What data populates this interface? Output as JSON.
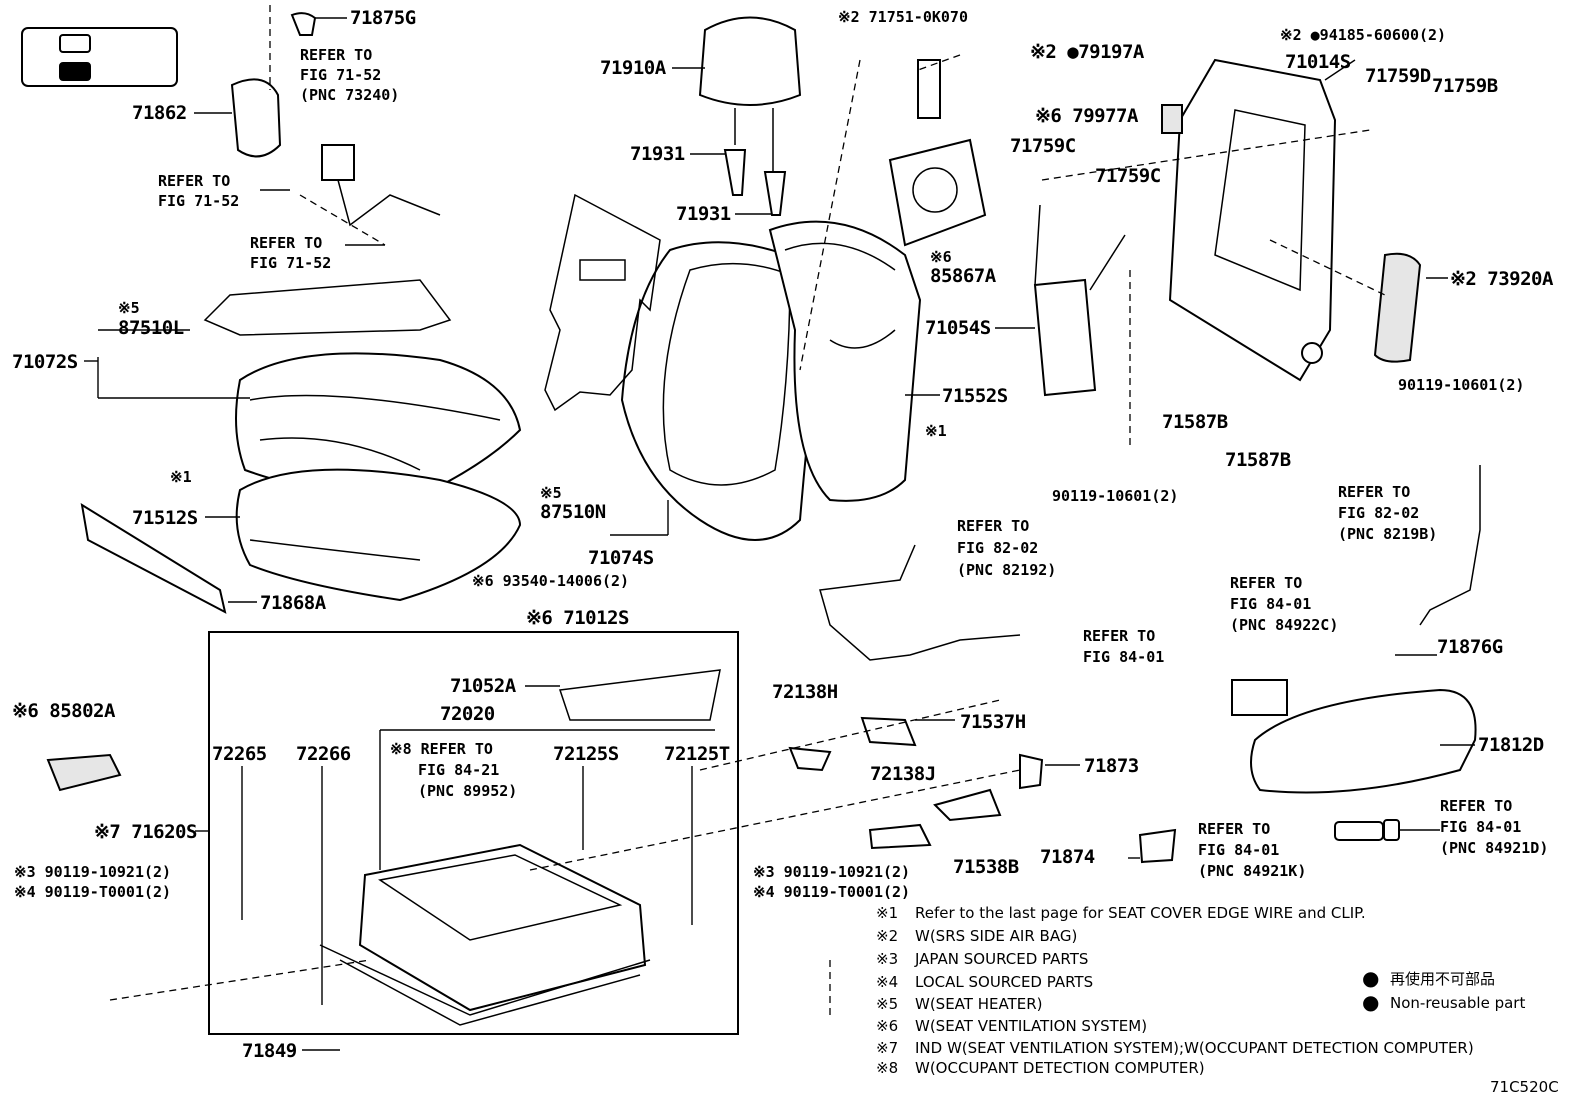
{
  "legend_box_icons": [
    "white-box-icon",
    "black-box-icon"
  ],
  "labels": {
    "p71875G": "71875G",
    "refer_fig7152_pnc": [
      "REFER TO",
      "FIG 71-52",
      "(PNC 73240)"
    ],
    "p71862": "71862",
    "refer_fig7152_a": [
      "REFER TO",
      "FIG 71-52"
    ],
    "refer_fig7152_b": [
      "REFER TO",
      "FIG 71-52"
    ],
    "p87510L_note": "※5",
    "p87510L": "87510L",
    "p71072S": "71072S",
    "note1_left": "※1",
    "p71512S": "71512S",
    "p71868A": "71868A",
    "p71910A": "71910A",
    "p71931_a": "71931",
    "p71931_b": "71931",
    "p87510N_note": "※5",
    "p87510N": "87510N",
    "p71074S": "71074S",
    "p93540": "※6 93540-14006(2)",
    "p71012S": "※6 71012S",
    "p71751": "※2 71751-0K070",
    "p79197A": "※2 ●79197A",
    "p85867A_note": "※6",
    "p85867A": "85867A",
    "p71552S": "71552S",
    "note1_right": "※1",
    "p79977A": "※6 79977A",
    "p71759C_a": "71759C",
    "p71759C_b": "71759C",
    "p71054S": "71054S",
    "p90119_mid": "90119-10601(2)",
    "p94185": "※2 ●94185-60600(2)",
    "p71014S": "71014S",
    "p71759D": "71759D",
    "p71759B": "71759B",
    "p73920A": "※2 73920A",
    "p90119_right": "90119-10601(2)",
    "p71587B_a": "71587B",
    "p71587B_b": "71587B",
    "refer_fig8202_a": [
      "REFER TO",
      "FIG 82-02",
      "(PNC 82192)"
    ],
    "refer_fig8202_b": [
      "REFER TO",
      "FIG 82-02",
      "(PNC 8219B)"
    ],
    "refer_fig8401_pnc_c": [
      "REFER TO",
      "FIG 84-01",
      "(PNC 84922C)"
    ],
    "refer_fig8401_a": [
      "REFER TO",
      "FIG 84-01"
    ],
    "p71876G": "71876G",
    "p71812D": "71812D",
    "refer_fig8401_pnc_d": [
      "REFER TO",
      "FIG 84-01",
      "(PNC 84921D)"
    ],
    "refer_fig8401_pnc_k": [
      "REFER TO",
      "FIG 84-01",
      "(PNC 84921K)"
    ],
    "p72138H": "72138H",
    "p71537H": "71537H",
    "p72138J": "72138J",
    "p71873": "71873",
    "p71538B": "71538B",
    "p71874": "71874",
    "p85802A": "※6 85802A",
    "p71052A": "71052A",
    "p72020": "72020",
    "p72265": "72265",
    "p72266": "72266",
    "refer_fig8421": [
      "※8 REFER TO",
      "FIG 84-21",
      "(PNC 89952)"
    ],
    "p72125S": "72125S",
    "p72125T": "72125T",
    "p71620S": "※7 71620S",
    "p90119_10921_l": "※3 90119-10921(2)",
    "p90119_T0001_l": "※4 90119-T0001(2)",
    "p90119_10921_r": "※3 90119-10921(2)",
    "p90119_T0001_r": "※4 90119-T0001(2)",
    "p71849": "71849"
  },
  "notes": [
    {
      "mark": "※1",
      "text": "Refer to the last page for SEAT COVER EDGE WIRE and CLIP."
    },
    {
      "mark": "※2",
      "text": "W(SRS SIDE AIR BAG)"
    },
    {
      "mark": "※3",
      "text": "JAPAN SOURCED PARTS"
    },
    {
      "mark": "※4",
      "text": "LOCAL SOURCED PARTS"
    },
    {
      "mark": "※5",
      "text": "W(SEAT HEATER)"
    },
    {
      "mark": "※6",
      "text": "W(SEAT VENTILATION SYSTEM)"
    },
    {
      "mark": "※7",
      "text": "IND W(SEAT VENTILATION SYSTEM);W(OCCUPANT DETECTION COMPUTER)"
    },
    {
      "mark": "※8",
      "text": "W(OCCUPANT DETECTION COMPUTER)"
    }
  ],
  "symbol_legend": [
    {
      "symbol": "●",
      "text": "再使用不可部品"
    },
    {
      "symbol": "●",
      "text": "Non-reusable part"
    }
  ],
  "figure_code": "71C520C"
}
